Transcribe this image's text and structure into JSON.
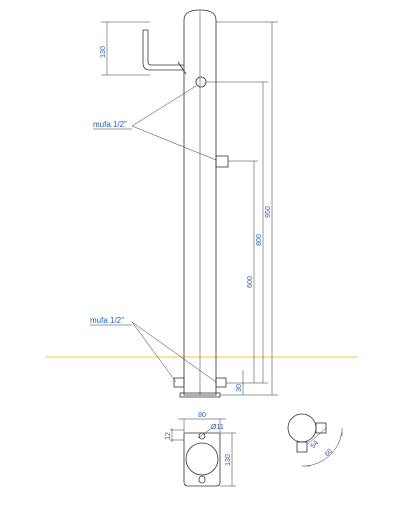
{
  "labels": {
    "fitting_top": "mufa 1/2\"",
    "fitting_bottom": "mufa 1/2\""
  },
  "dimensions": {
    "bracket_height": "130",
    "total_height": "950",
    "fitting_upper": "800",
    "fitting_middle": "600",
    "base_offset": "30",
    "plate_width": "80",
    "plate_hole": "Ø11",
    "plate_edge": "12",
    "plate_height": "130",
    "detail_small": "54",
    "detail_radius": "60"
  },
  "colors": {
    "lines": "#333333",
    "dimensions": "#1f5fbf",
    "ground_line": "#f0c040"
  }
}
